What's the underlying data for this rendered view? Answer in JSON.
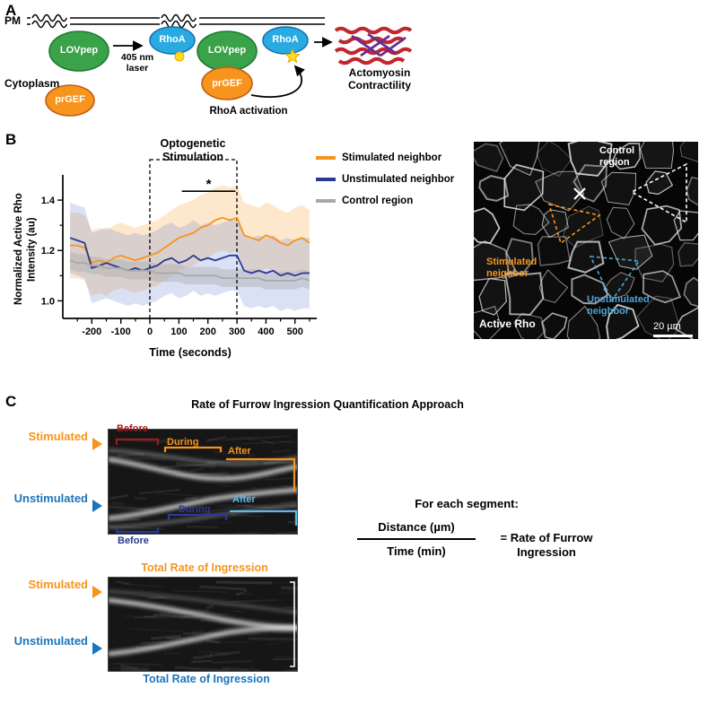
{
  "colors": {
    "orange": "#F7941D",
    "orange_dark": "#C05F10",
    "navy": "#2B3990",
    "blue": "#1B75BC",
    "mid_blue": "#4EA6DC",
    "light_blue": "#5EB9EA",
    "gray": "#A7A9AC",
    "dark_red": "#9E1B1B",
    "green": "#3AA248",
    "green_dark": "#1E7A30",
    "cyan": "#29ABE2",
    "cyan_dark": "#1470AF",
    "yellow": "#FFDE17",
    "yellow_dark": "#E8A40B",
    "red": "#C1272D",
    "purple": "#662D91",
    "white": "#FFFFFF"
  },
  "panel_a": {
    "label": "A",
    "pm": "PM",
    "cytoplasm": "Cytoplasm",
    "lovpep": "LOVpep",
    "rhoa": "RhoA",
    "prgef": "prGEF",
    "laser": "405 nm\nlaser",
    "rhoa_activation": "RhoA activation",
    "actomyosin": "Actomyosin\nContractility"
  },
  "panel_b": {
    "label": "B",
    "stim_title": "Optogenetic\nStimulation",
    "micrograph": {
      "control_region": "Control\nregion",
      "stimulated": "Stimulated\nneighbor",
      "unstimulated": "Unstimulated\nneighbor",
      "caption": "Active Rho",
      "scale_bar": "20 µm"
    }
  },
  "chart_data": {
    "type": "line",
    "xlabel": "Time (seconds)",
    "ylabel": "Normalized Active Rho\nIntensity (au)",
    "xlim": [
      -300,
      575
    ],
    "ylim": [
      0.93,
      1.5
    ],
    "xticks": [
      -200,
      -100,
      0,
      100,
      200,
      300,
      400,
      500
    ],
    "yticks": [
      1.0,
      1.2,
      1.4
    ],
    "stim_window": [
      0,
      300
    ],
    "sig_line": {
      "x1": 110,
      "x2": 295,
      "y": 1.435,
      "label": "*"
    },
    "legend_position": "right",
    "grid": false,
    "x": [
      -275,
      -250,
      -225,
      -200,
      -175,
      -150,
      -125,
      -100,
      -75,
      -50,
      -25,
      0,
      25,
      50,
      75,
      100,
      125,
      150,
      175,
      200,
      225,
      250,
      275,
      300,
      325,
      350,
      375,
      400,
      425,
      450,
      475,
      500,
      525,
      550
    ],
    "series": [
      {
        "name": "Stimulated neighbor",
        "color": "#F7941D",
        "band": 0.13,
        "band_color": "rgba(247,148,29,0.22)",
        "values": [
          1.22,
          1.22,
          1.21,
          1.15,
          1.16,
          1.15,
          1.17,
          1.18,
          1.17,
          1.16,
          1.17,
          1.18,
          1.19,
          1.21,
          1.23,
          1.25,
          1.26,
          1.27,
          1.29,
          1.3,
          1.32,
          1.33,
          1.32,
          1.33,
          1.26,
          1.25,
          1.24,
          1.26,
          1.25,
          1.23,
          1.22,
          1.24,
          1.25,
          1.23
        ]
      },
      {
        "name": "Unstimulated neighbor",
        "color": "#2B3990",
        "band": 0.14,
        "band_color": "rgba(90,120,205,0.22)",
        "values": [
          1.25,
          1.24,
          1.23,
          1.13,
          1.14,
          1.15,
          1.14,
          1.13,
          1.12,
          1.13,
          1.12,
          1.13,
          1.14,
          1.16,
          1.17,
          1.15,
          1.16,
          1.18,
          1.16,
          1.17,
          1.16,
          1.17,
          1.18,
          1.18,
          1.12,
          1.11,
          1.12,
          1.11,
          1.12,
          1.1,
          1.11,
          1.1,
          1.11,
          1.11
        ]
      },
      {
        "name": "Control region",
        "color": "#A7A9AC",
        "band": 0.035,
        "band_color": "rgba(160,160,160,0.35)",
        "values": [
          1.16,
          1.15,
          1.15,
          1.14,
          1.14,
          1.13,
          1.13,
          1.13,
          1.12,
          1.12,
          1.12,
          1.12,
          1.11,
          1.11,
          1.11,
          1.11,
          1.1,
          1.1,
          1.1,
          1.1,
          1.1,
          1.09,
          1.09,
          1.09,
          1.09,
          1.09,
          1.09,
          1.08,
          1.08,
          1.08,
          1.08,
          1.08,
          1.09,
          1.08
        ]
      }
    ]
  },
  "panel_c": {
    "label": "C",
    "title": "Rate of Furrow Ingression Quantification Approach",
    "stimulated": "Stimulated",
    "unstimulated": "Unstimulated",
    "before": "Before",
    "during": "During",
    "after": "After",
    "total_rate": "Total Rate of Ingression",
    "formula": {
      "header": "For each segment:",
      "numerator": "Distance (µm)",
      "denominator": "Time (min)",
      "result": "= Rate of Furrow\nIngression"
    }
  }
}
